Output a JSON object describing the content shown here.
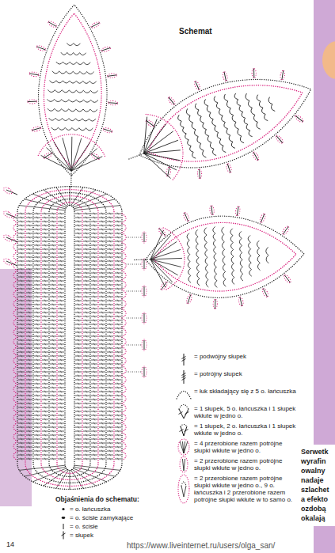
{
  "diagram": {
    "title": "Schemat",
    "nodes": [
      {
        "text": [
          "Serwetk wyrafin owalny nadaje szlachet a efekto ozdobą okalają"
        ]
      }
    ],
    "labels": [
      "Objaśnienia do schematu:",
      "14",
      "https://www.liveinternet.ru/users/olga_san/"
    ],
    "legend": [
      {
        "text": "= o. łańcuszka"
      },
      {
        "text": "= o. ścisłe zamykające"
      },
      {
        "text": "= o. ścisłe"
      },
      {
        "text": "= słupek"
      },
      {
        "text": "= podwójny słupek"
      },
      {
        "text": "= potrójny słupek"
      },
      {
        "text": "= łuk składający się z 5 o. łańcuszka"
      },
      {
        "text": "= 1 słupek, 5 o. łańcuszka i 1 słupek wkłute w jedno o."
      },
      {
        "text": "= 1 słupek, 2 o. łańcuszka i 1 słupek wkłute w jedno o."
      },
      {
        "text": "= 4 przerobione razem potrójne słupki wkłute w jedno o."
      },
      {
        "text": "= 2 przerobione razem potrójne słupki wkłute w jedno o."
      },
      {
        "text": "= 2 przerobione razem potrójne słupki wkłute w jedno o., 9 o. łańcuszka i 2 przerobione razem potrójne słupki wkłute w to samo o."
      }
    ]
  }
}
